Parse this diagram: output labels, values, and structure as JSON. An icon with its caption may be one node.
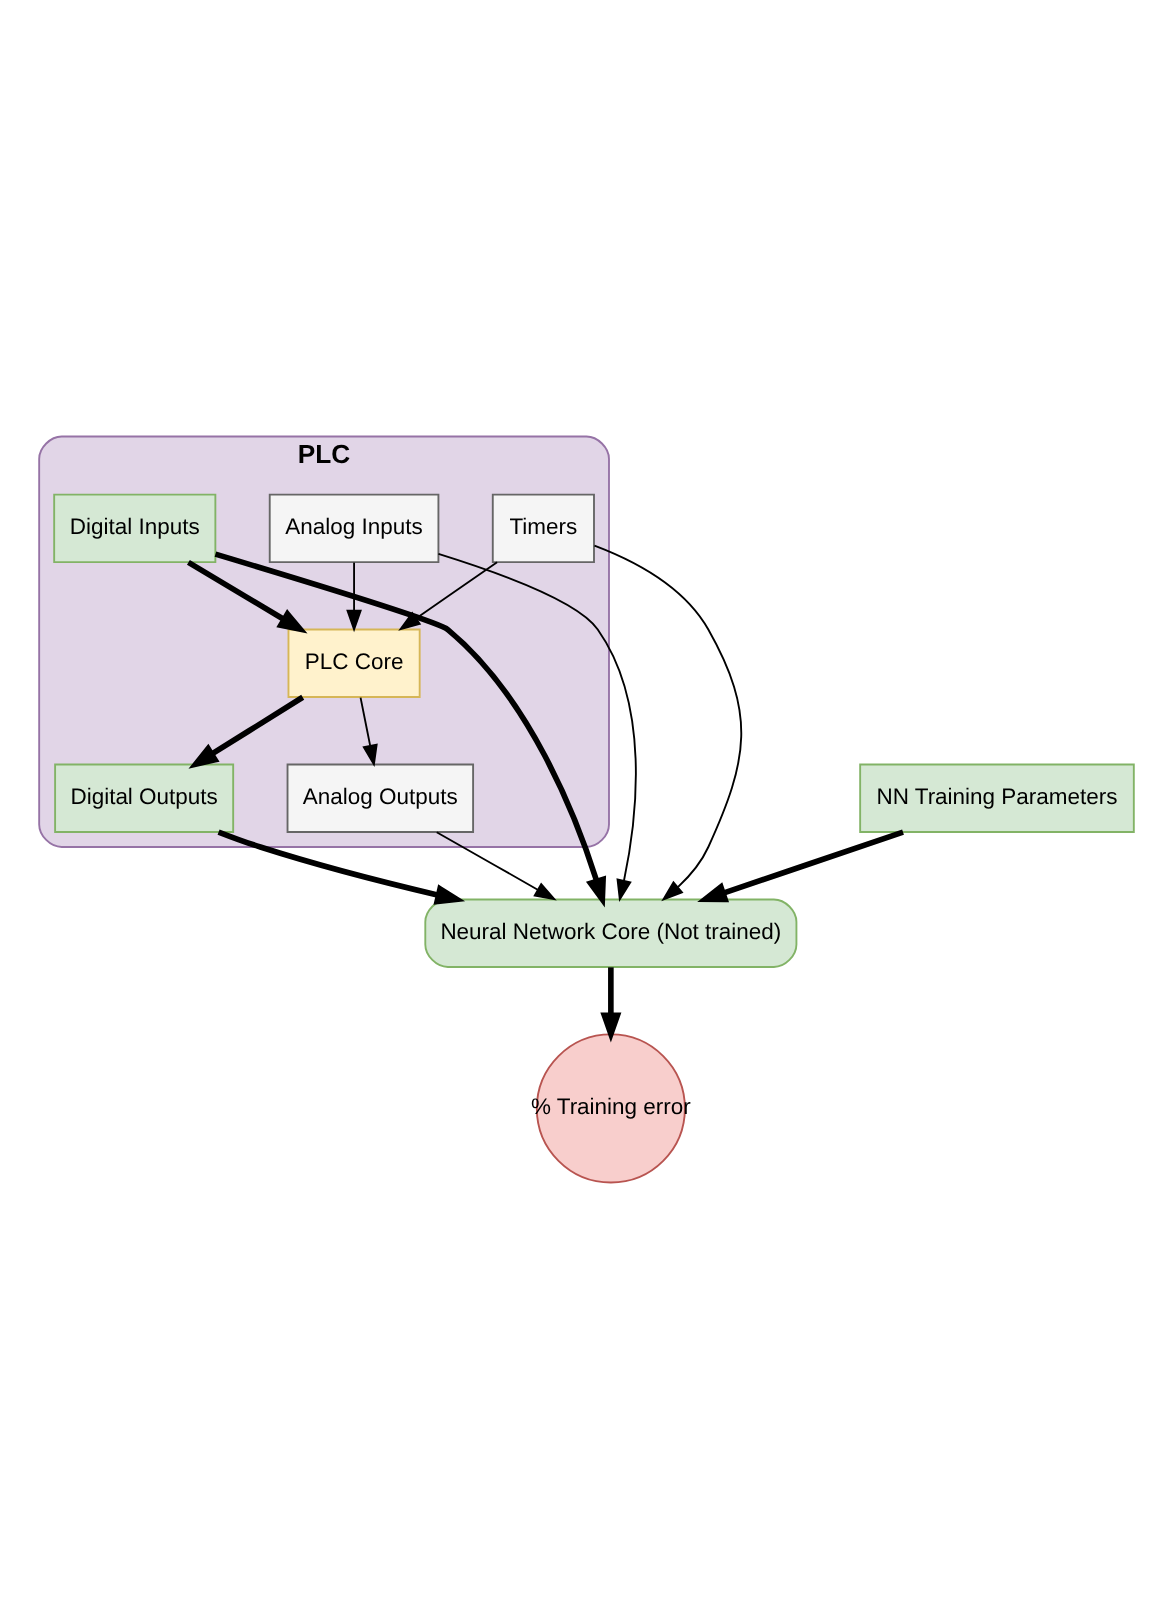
{
  "diagram": {
    "nodes": [
      {
        "text": [
          "PLC"
        ]
      },
      {
        "text": [
          "Digital Inputs"
        ],
        "in": 0
      },
      {
        "text": [
          "Analog Inputs"
        ],
        "in": 0
      },
      {
        "text": [
          "Timers"
        ],
        "in": 0
      },
      {
        "text": [
          "PLC Core"
        ],
        "in": 0
      },
      {
        "text": [
          "Digital Outputs"
        ],
        "in": 0
      },
      {
        "text": [
          "Analog Outputs"
        ],
        "in": 0
      },
      {
        "text": [
          "Neural Network Core (Not trained)"
        ]
      },
      {
        "text": [
          "NN Training Parameters"
        ]
      },
      {
        "text": [
          "% Training error"
        ]
      }
    ],
    "edges": [
      {
        "from": 1,
        "to": 4,
        "arrow": "to",
        "style": "thick"
      },
      {
        "from": 2,
        "to": 4,
        "arrow": "to"
      },
      {
        "from": 3,
        "to": 4,
        "arrow": "to"
      },
      {
        "from": 4,
        "to": 5,
        "arrow": "to",
        "style": "thick"
      },
      {
        "from": 4,
        "to": 6,
        "arrow": "to"
      },
      {
        "from": 3,
        "to": 7,
        "arrow": "to"
      },
      {
        "from": 2,
        "to": 7,
        "arrow": "to"
      },
      {
        "from": 1,
        "to": 7,
        "arrow": "to",
        "style": "thick"
      },
      {
        "from": 6,
        "to": 7,
        "arrow": "to"
      },
      {
        "from": 5,
        "to": 7,
        "arrow": "to",
        "style": "thick"
      },
      {
        "from": 8,
        "to": 7,
        "arrow": "to",
        "style": "thick"
      },
      {
        "from": 7,
        "to": 9,
        "arrow": "to",
        "style": "thick"
      }
    ]
  }
}
